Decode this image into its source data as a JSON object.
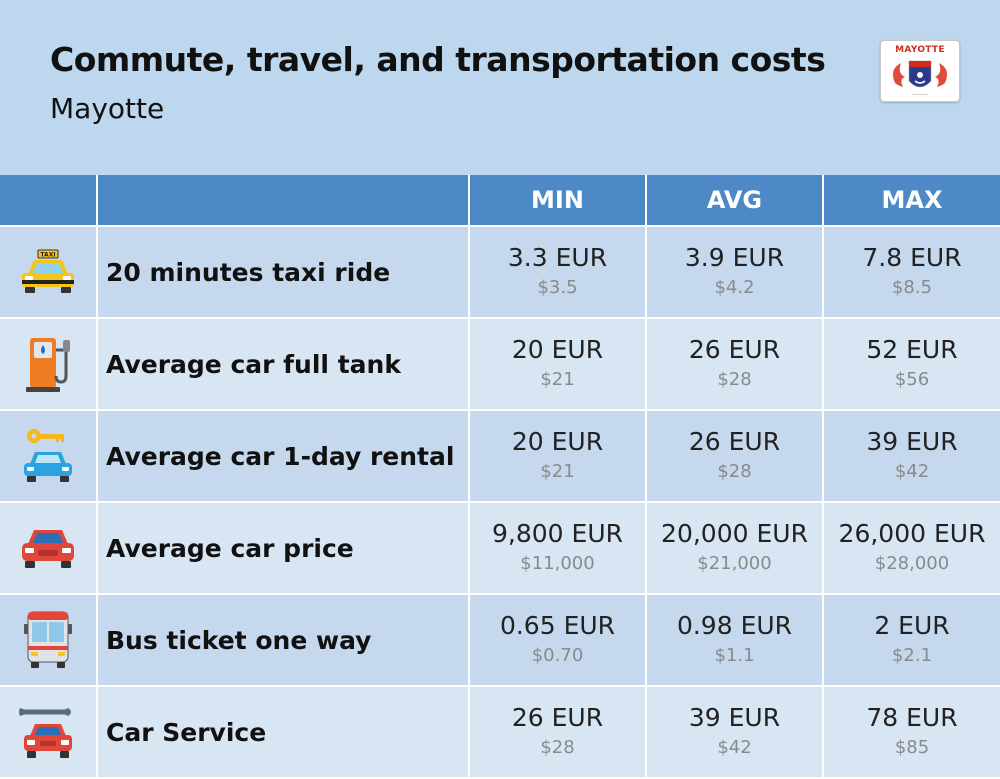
{
  "header": {
    "title": "Commute, travel, and transportation costs",
    "subtitle": "Mayotte",
    "flag_label": "MAYOTTE"
  },
  "table": {
    "columns": [
      "",
      "",
      "MIN",
      "AVG",
      "MAX"
    ],
    "rows": [
      {
        "label": "20 minutes taxi ride",
        "icon": "taxi-icon",
        "min": {
          "eur": "3.3 EUR",
          "usd": "$3.5"
        },
        "avg": {
          "eur": "3.9 EUR",
          "usd": "$4.2"
        },
        "max": {
          "eur": "7.8 EUR",
          "usd": "$8.5"
        }
      },
      {
        "label": "Average car full tank",
        "icon": "fuel-pump-icon",
        "min": {
          "eur": "20 EUR",
          "usd": "$21"
        },
        "avg": {
          "eur": "26 EUR",
          "usd": "$28"
        },
        "max": {
          "eur": "52 EUR",
          "usd": "$56"
        }
      },
      {
        "label": "Average car 1-day rental",
        "icon": "car-key-icon",
        "min": {
          "eur": "20 EUR",
          "usd": "$21"
        },
        "avg": {
          "eur": "26 EUR",
          "usd": "$28"
        },
        "max": {
          "eur": "39 EUR",
          "usd": "$42"
        }
      },
      {
        "label": "Average car price",
        "icon": "red-car-icon",
        "min": {
          "eur": "9,800 EUR",
          "usd": "$11,000"
        },
        "avg": {
          "eur": "20,000 EUR",
          "usd": "$21,000"
        },
        "max": {
          "eur": "26,000 EUR",
          "usd": "$28,000"
        }
      },
      {
        "label": "Bus ticket one way",
        "icon": "bus-icon",
        "min": {
          "eur": "0.65 EUR",
          "usd": "$0.70"
        },
        "avg": {
          "eur": "0.98 EUR",
          "usd": "$1.1"
        },
        "max": {
          "eur": "2 EUR",
          "usd": "$2.1"
        }
      },
      {
        "label": "Car Service",
        "icon": "car-service-icon",
        "min": {
          "eur": "26 EUR",
          "usd": "$28"
        },
        "avg": {
          "eur": "39 EUR",
          "usd": "$42"
        },
        "max": {
          "eur": "78 EUR",
          "usd": "$85"
        }
      }
    ]
  },
  "colors": {
    "background": "#bdd7ee",
    "header_row": "#4d89c6",
    "row_odd": "#c5d8ee",
    "row_even": "#d8e6f4",
    "usd_text": "#8a8a8a"
  }
}
